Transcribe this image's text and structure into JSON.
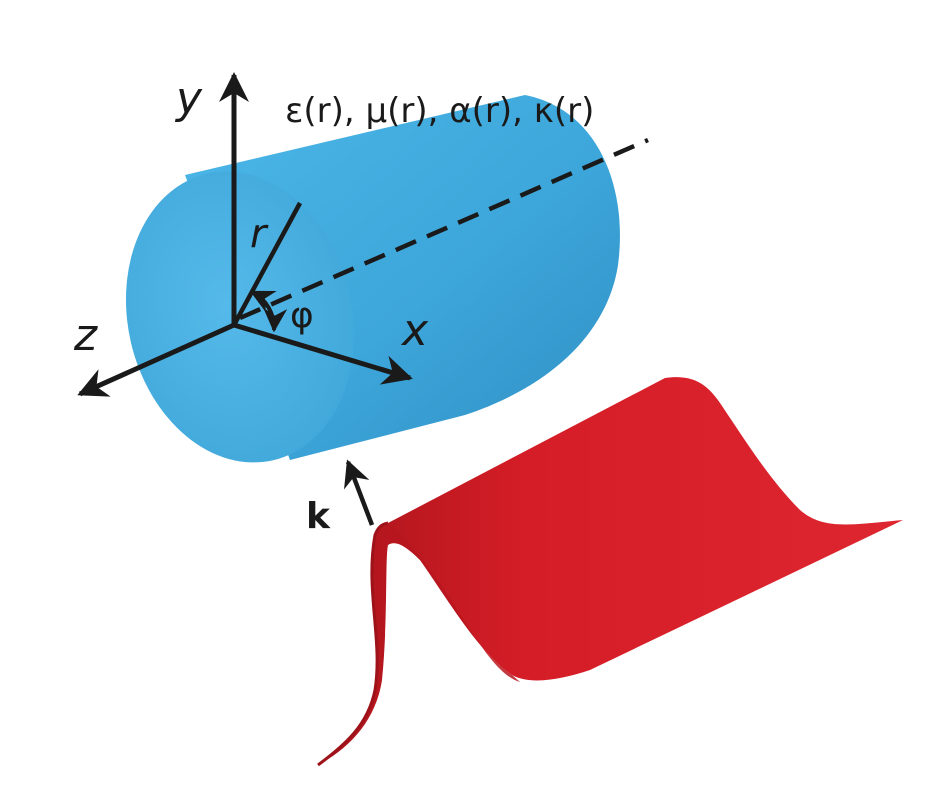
{
  "labels": {
    "y_axis": "y",
    "x_axis": "x",
    "z_axis": "z",
    "radius": "r",
    "angle": "φ",
    "material_params": "ε(r), μ(r), α(r), κ(r)",
    "wave_vector": "k"
  },
  "colors": {
    "cylinder_body": "#3aa7dc",
    "cylinder_cap": "#49b1e2",
    "wave": "#d81e27",
    "wave_dark": "#a9151c",
    "axes": "#1a1a1a"
  }
}
